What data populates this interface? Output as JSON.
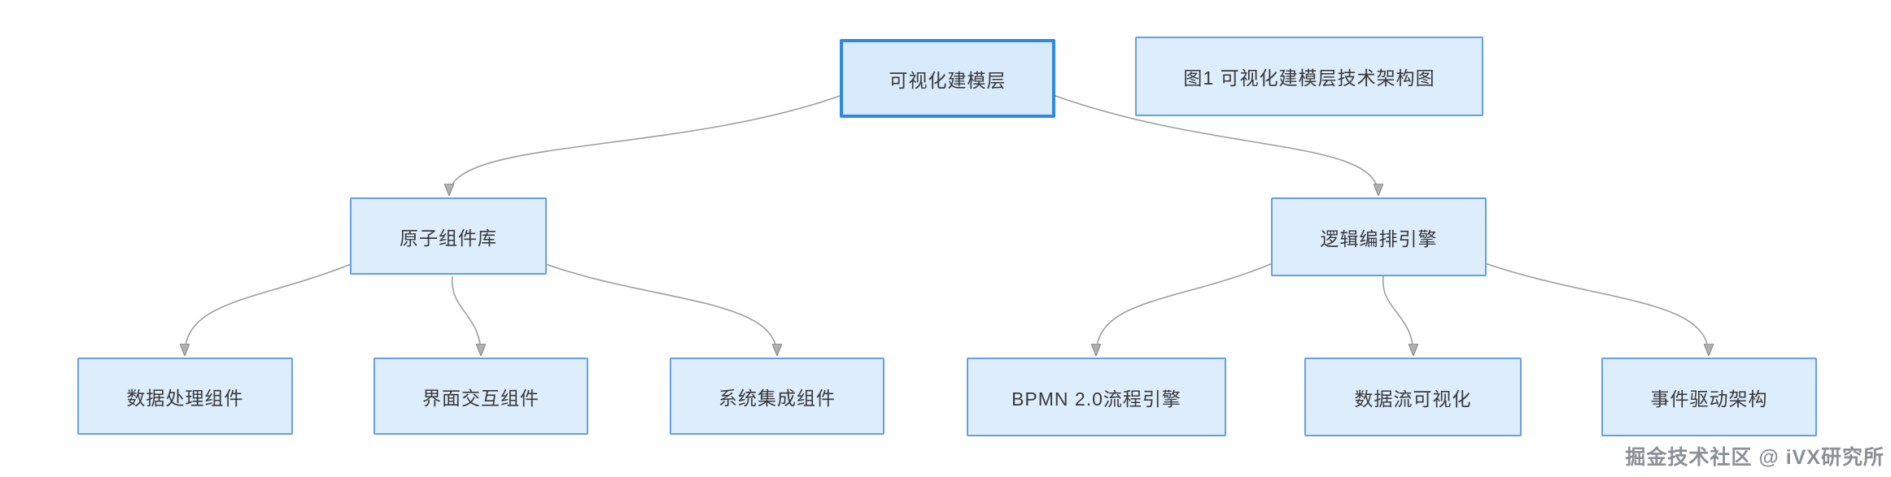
{
  "diagram": {
    "nodes": {
      "root": {
        "label": "可视化建模层",
        "selected": true
      },
      "caption": {
        "label": "图1 可视化建模层技术架构图"
      },
      "atomic": {
        "label": "原子组件库"
      },
      "logic": {
        "label": "逻辑编排引擎"
      },
      "data_processing": {
        "label": "数据处理组件"
      },
      "ui_interaction": {
        "label": "界面交互组件"
      },
      "system_integration": {
        "label": "系统集成组件"
      },
      "bpmn": {
        "label": "BPMN 2.0流程引擎"
      },
      "dataflow": {
        "label": "数据流可视化"
      },
      "event_driven": {
        "label": "事件驱动架构"
      }
    },
    "edges": [
      {
        "from": "root",
        "to": "atomic"
      },
      {
        "from": "root",
        "to": "logic"
      },
      {
        "from": "atomic",
        "to": "data_processing"
      },
      {
        "from": "atomic",
        "to": "ui_interaction"
      },
      {
        "from": "atomic",
        "to": "system_integration"
      },
      {
        "from": "logic",
        "to": "bpmn"
      },
      {
        "from": "logic",
        "to": "dataflow"
      },
      {
        "from": "logic",
        "to": "event_driven"
      }
    ],
    "colors": {
      "node_fill": "#ddedfb",
      "node_border": "#669fe5",
      "selected_node_border": "#2e89e5",
      "connector": "#9e9e9e",
      "arrowhead_fill": "#b0b0b0",
      "text": "#38393d",
      "watermark_text": "#8b9096"
    },
    "watermark": "掘金技术社区 @ iVX研究所"
  }
}
